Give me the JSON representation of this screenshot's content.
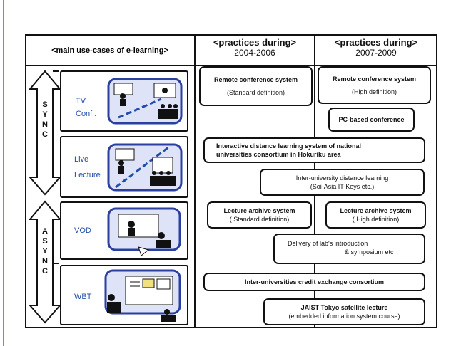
{
  "headers": {
    "main": "<main use-cases of e-learning>",
    "period1_title": "<practices during>",
    "period1_years": "2004-2006",
    "period2_title": "<practices during>",
    "period2_years": "2007-2009"
  },
  "sync_letters": [
    "S",
    "Y",
    "N",
    "C"
  ],
  "async_letters": [
    "A",
    "S",
    "Y",
    "N",
    "C"
  ],
  "use_cases": [
    {
      "line1": "TV",
      "line2": "Conf ."
    },
    {
      "line1": "Live",
      "line2": "Lecture"
    },
    {
      "line1": "VOD"
    },
    {
      "line1": "WBT"
    }
  ],
  "practices": {
    "remote_sd_title": "Remote conference system",
    "remote_sd_sub": "(Standard definition)",
    "remote_hd_title": "Remote conference system",
    "remote_hd_sub": "(High definition)",
    "pc_conf": "PC-based conference",
    "interactive_l1": "Interactive distance learning system of national",
    "interactive_l2": "universities consortium in Hokuriku area",
    "inter_univ_l1": "Inter-university distance learning",
    "inter_univ_l2": "(Soi-Asia    IT-Keys etc.)",
    "archive_sd_title": "Lecture archive system",
    "archive_sd_sub": "( Standard definition)",
    "archive_hd_title": "Lecture archive system",
    "archive_hd_sub": "( High definition)",
    "delivery_l1": "Delivery   of lab's introduction",
    "delivery_l2": "& symposium etc",
    "credit": "Inter-universities credit exchange consortium",
    "jaist_l1": "JAIST Tokyo satellite lecture",
    "jaist_l2": "(embedded information system course)"
  },
  "colors": {
    "stroke": "#000",
    "slide": "#ffffff",
    "case_text": "#1f4ea8",
    "icon_fill": "#dfe3f7",
    "icon_border": "#2a3f9f"
  }
}
